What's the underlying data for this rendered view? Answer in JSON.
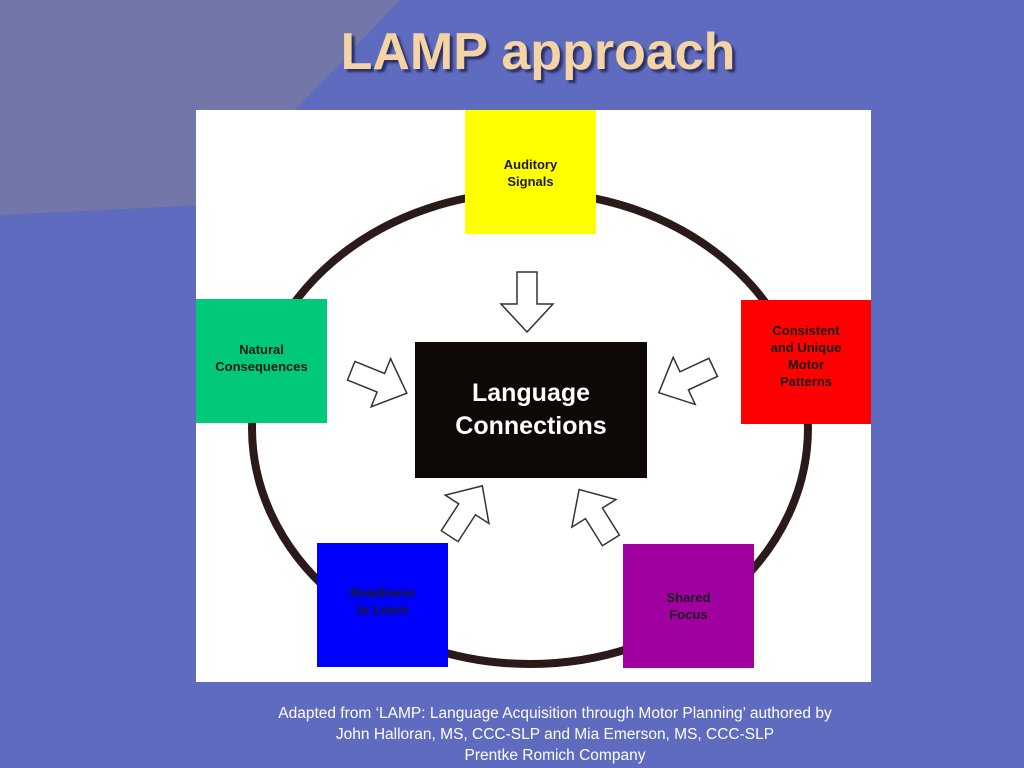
{
  "slide": {
    "title": "LAMP approach"
  },
  "diagram": {
    "center": {
      "label": "Language\nConnections"
    },
    "nodes": [
      {
        "id": "auditory-signals",
        "label": "Auditory\nSignals",
        "fill": "#ffff00",
        "text_color": "#1a1a1a"
      },
      {
        "id": "consistent-unique-motor-patterns",
        "label": "Consistent\nand Unique\nMotor\nPatterns",
        "fill": "#ff0000",
        "text_color": "#1a1a1a"
      },
      {
        "id": "shared-focus",
        "label": "Shared\nFocus",
        "fill": "#a100a1",
        "text_color": "#1a1a1a"
      },
      {
        "id": "readiness-to-learn",
        "label": "Readiness\n to Learn",
        "fill": "#0000ff",
        "text_color": "#1a1a1a"
      },
      {
        "id": "natural-consequences",
        "label": "Natural\nConsequences",
        "fill": "#00c97a",
        "text_color": "#1a1a1a"
      }
    ],
    "ring_color": "#2a1a1a",
    "arrow_fill": "#ffffff",
    "arrow_stroke": "#333333"
  },
  "caption": {
    "line1": "Adapted from ‘LAMP: Language Acquisition through Motor Planning’ authored by",
    "line2": "John Halloran, MS, CCC-SLP and Mia Emerson, MS, CCC-SLP",
    "line3": "Prentke Romich Company"
  }
}
